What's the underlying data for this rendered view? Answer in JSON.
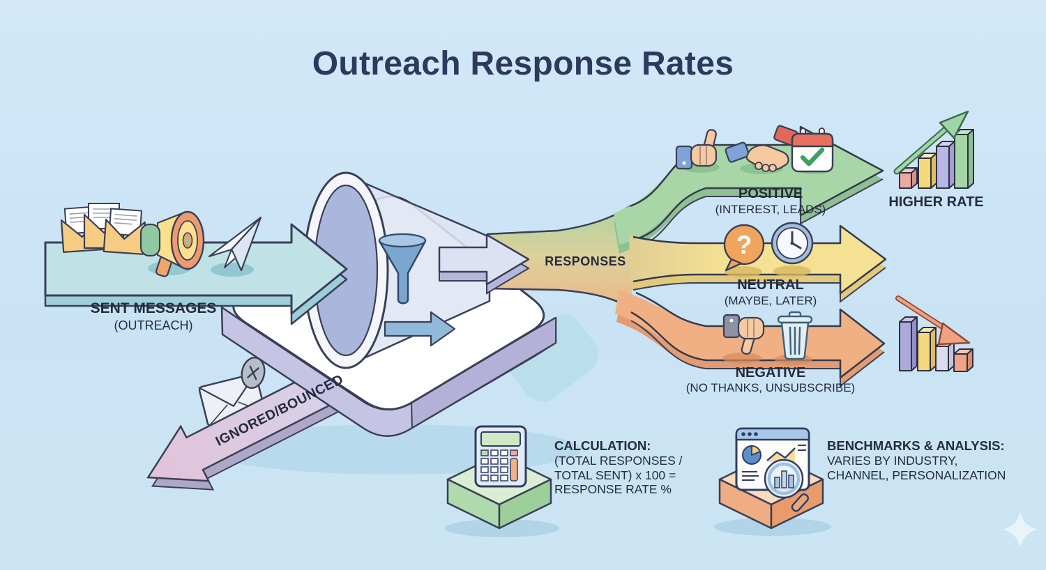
{
  "title": "Outreach Response Rates",
  "flow": {
    "sent": {
      "label": "SENT MESSAGES",
      "sublabel": "(OUTREACH)"
    },
    "responses_label": "RESPONSES",
    "positive": {
      "label": "POSITIVE",
      "sublabel": "(INTEREST, LEADS)"
    },
    "neutral": {
      "label": "NEUTRAL",
      "sublabel": "(MAYBE, LATER)"
    },
    "negative": {
      "label": "NEGATIVE",
      "sublabel": "(NO THANKS, UNSUBSCRIBE)"
    },
    "higher_rate_label": "HIGHER RATE",
    "ignored_label": "IGNORED/BOUNCED"
  },
  "notes": {
    "calculation": {
      "heading": "CALCULATION:",
      "lines": [
        "(TOTAL RESPONSES /",
        "TOTAL SENT) x 100 =",
        "RESPONSE RATE %"
      ]
    },
    "benchmarks": {
      "heading": "BENCHMARKS & ANALYSIS:",
      "lines": [
        "VARIES BY INDUSTRY,",
        "CHANNEL, PERSONALIZATION"
      ]
    }
  },
  "icons": {
    "question_glyph": "?",
    "check_glyph": "✓",
    "x_glyph": "✕"
  },
  "colors": {
    "background": "#cde5f6",
    "title_text": "#2d3a5e",
    "body_text": "#252b3c",
    "sent_arrow": "#c0e1e5",
    "positive_arrow": "#a9d6a6",
    "neutral_arrow": "#f5e193",
    "negative_arrow": "#f0b084",
    "platform_side": "#c6c4e5",
    "ignored_arrow": "#d6d0ea",
    "higher_rate_accent": "#9fd6a8",
    "lower_rate_accent": "#efa27e"
  }
}
